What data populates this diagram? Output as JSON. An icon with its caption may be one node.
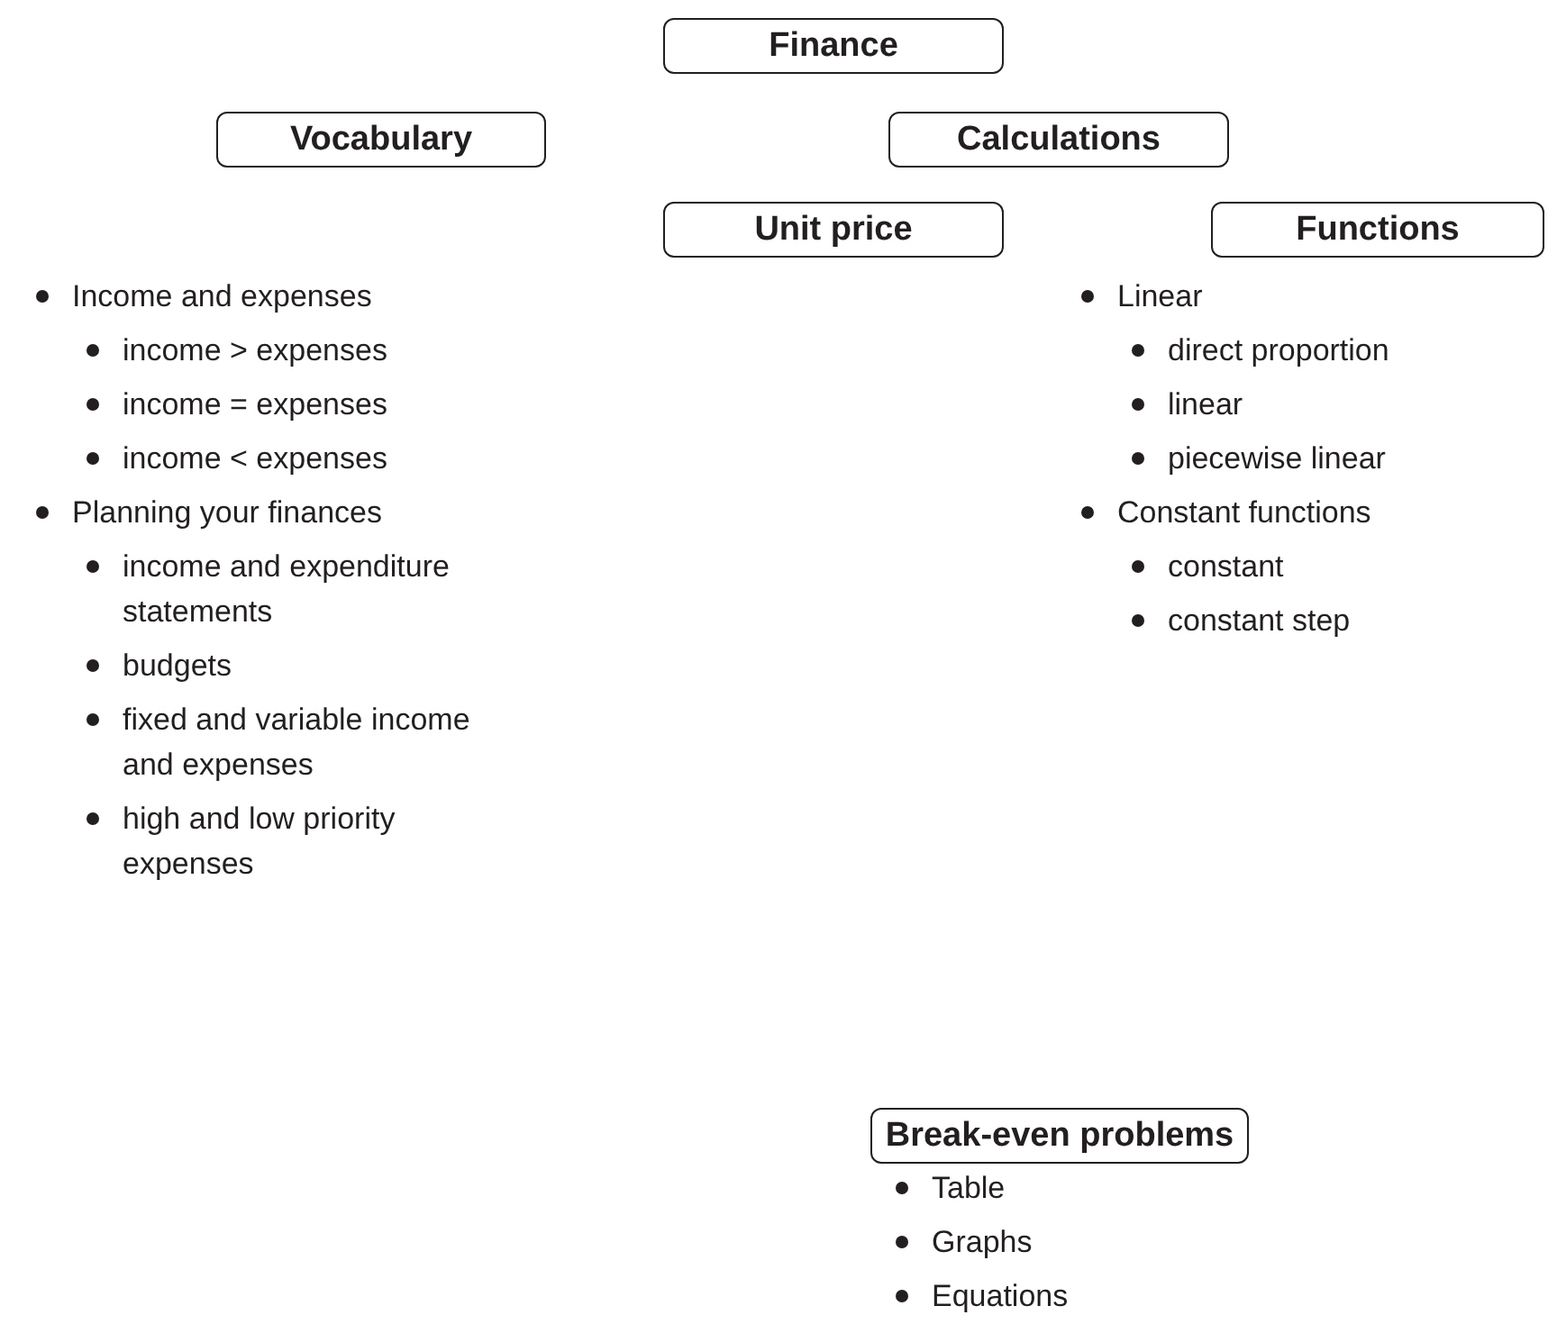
{
  "diagram": {
    "nodes": [
      {
        "text": [
          "Finance"
        ]
      },
      {
        "text": [
          "Vocabulary"
        ],
        "beside": [
          "Income and expenses",
          "income > expenses",
          "income = expenses",
          "income < expenses",
          "Planning your finances",
          "income and expenditure statements",
          "budgets",
          "fixed and variable income and expenses",
          "high and low priority expenses"
        ]
      },
      {
        "text": [
          "Calculations"
        ]
      },
      {
        "text": [
          "Unit price"
        ]
      },
      {
        "text": [
          "Functions"
        ],
        "beside": [
          "Linear",
          "direct proportion",
          "linear",
          "piecewise linear",
          "Constant functions",
          "constant",
          "constant step"
        ]
      },
      {
        "text": [
          "Break-even problems"
        ],
        "beside": [
          "Table",
          "Graphs",
          "Equations"
        ]
      }
    ]
  }
}
